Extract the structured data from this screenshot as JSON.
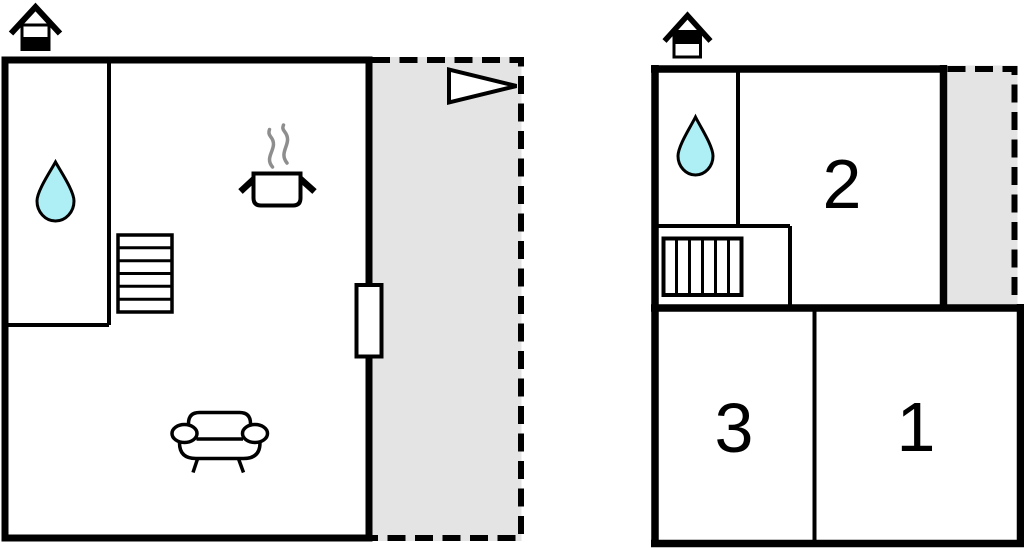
{
  "colors": {
    "wall": "#000000",
    "terrace_fill": "#e4e4e4",
    "water_drop": "#aeeff6",
    "steam": "#8e8e8e",
    "paper": "#ffffff"
  },
  "ground_floor": {
    "name": "ground-floor-plan",
    "features": [
      "chimney-icon",
      "water-drop-icon",
      "stairs-icon",
      "cooking-pot-icon",
      "steam-icon",
      "door-icon",
      "sofa-icon",
      "terrace-area",
      "direction-arrow-icon"
    ]
  },
  "first_floor": {
    "name": "first-floor-plan",
    "features": [
      "chimney-icon",
      "water-drop-icon",
      "stairs-icon",
      "terrace-area"
    ],
    "room_labels": {
      "room2": "2",
      "room3": "3",
      "room1": "1"
    }
  }
}
